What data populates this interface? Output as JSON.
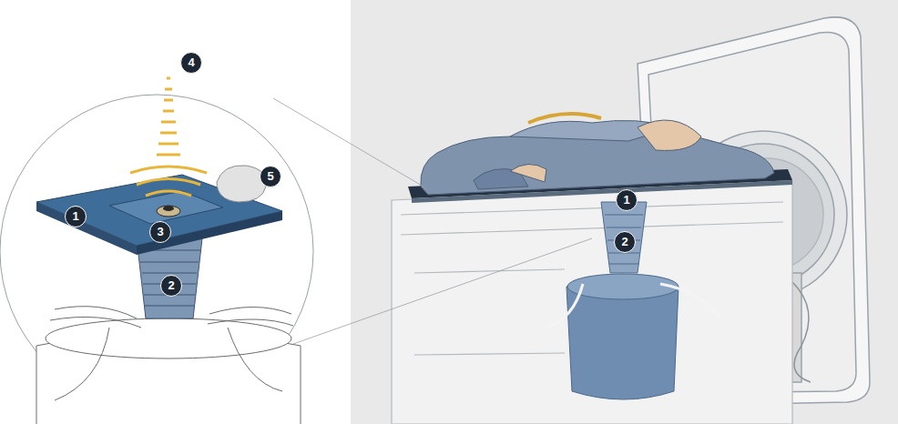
{
  "diagram": {
    "labels": [
      "4",
      "5",
      "1",
      "3",
      "2",
      "1",
      "2"
    ]
  }
}
